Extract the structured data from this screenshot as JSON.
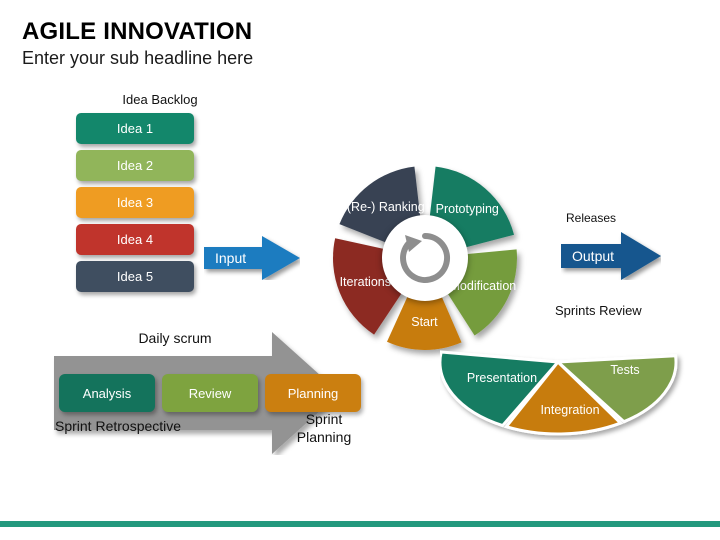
{
  "slide": {
    "title": "AGILE INNOVATION",
    "subtitle": "Enter your sub headline here",
    "accent_color": "#23997e",
    "background": "#ffffff"
  },
  "backlog": {
    "label": "Idea Backlog",
    "items": [
      {
        "label": "Idea 1",
        "color": "#13876b"
      },
      {
        "label": "Idea 2",
        "color": "#91b55a"
      },
      {
        "label": "Idea 3",
        "color": "#ef9c22"
      },
      {
        "label": "Idea 4",
        "color": "#c0342c"
      },
      {
        "label": "Idea 5",
        "color": "#3f4e60"
      }
    ]
  },
  "arrows": {
    "input": {
      "label": "Input",
      "color": "#1d7cc0"
    },
    "output": {
      "label": "Output",
      "color": "#12578e"
    },
    "releases_label": "Releases",
    "sprints_review_label": "Sprints Review"
  },
  "cycle": {
    "center_icon": "refresh-circular-arrow-icon",
    "segments": [
      {
        "label": "Prototyping",
        "color": "#167b62"
      },
      {
        "label": "Modification",
        "color": "#759c3e"
      },
      {
        "label": "Start",
        "color": "#c77c10"
      },
      {
        "label": "Iterations",
        "color": "#8c2a22"
      },
      {
        "label": "(Re-) Ranking",
        "color": "#374253"
      }
    ]
  },
  "output_group": {
    "segments": [
      {
        "label": "Presentation",
        "color": "#167b62"
      },
      {
        "label": "Tests",
        "color": "#7e9e4c"
      },
      {
        "label": "Integration",
        "color": "#c77c10"
      }
    ]
  },
  "scrum": {
    "daily_label": "Daily scrum",
    "retrospective_label": "Sprint Retrospective",
    "planning_label": "Sprint\nPlanning",
    "planning_line1": "Sprint",
    "planning_line2": "Planning",
    "arrow_color": "#939393",
    "boxes": [
      {
        "label": "Analysis",
        "color": "#14735c"
      },
      {
        "label": "Review",
        "color": "#7ea33f"
      },
      {
        "label": "Planning",
        "color": "#cb7f10"
      }
    ]
  }
}
